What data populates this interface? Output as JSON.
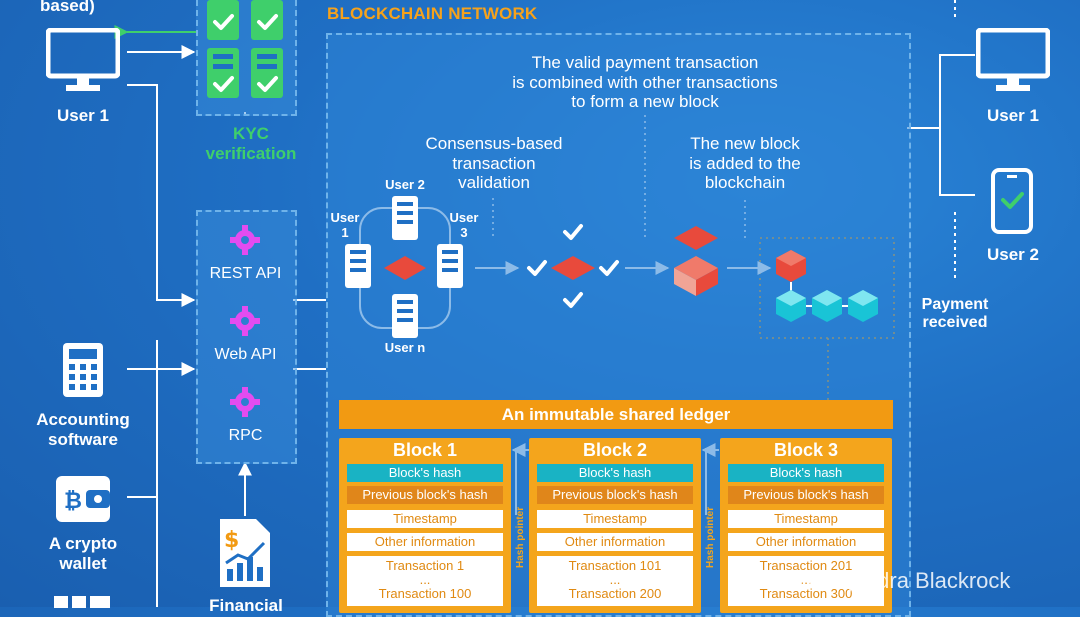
{
  "header": {
    "network_title": "BLOCKCHAIN NETWORK",
    "top_left_fragment": "based)"
  },
  "left": {
    "user1": "User 1",
    "kyc": "KYC\nverification",
    "apis": [
      "REST API",
      "Web API",
      "RPC"
    ],
    "accounting": "Accounting\nsoftware",
    "crypto_wallet": "A crypto\nwallet",
    "financial": "Financial"
  },
  "network": {
    "step1": "The valid payment transaction\nis combined with other transactions\nto form a new block",
    "step2": "Consensus-based\ntransaction\nvalidation",
    "step3": "The new block\nis added to the\nblockchain",
    "nodes": {
      "n1": "User\n1",
      "n2": "User 2",
      "n3": "User\n3",
      "nn": "User n"
    },
    "ledger_title": "An immutable shared ledger",
    "hash_pointer": "Hash pointer",
    "blocks": [
      {
        "title": "Block 1",
        "hash": "Block's hash",
        "prev": "Previous block's hash",
        "ts": "Timestamp",
        "other": "Other information",
        "tx_first": "Transaction 1",
        "tx_dots": "...",
        "tx_last": "Transaction 100"
      },
      {
        "title": "Block 2",
        "hash": "Block's hash",
        "prev": "Previous block's hash",
        "ts": "Timestamp",
        "other": "Other information",
        "tx_first": "Transaction 101",
        "tx_dots": "...",
        "tx_last": "Transaction 200"
      },
      {
        "title": "Block 3",
        "hash": "Block's hash",
        "prev": "Previous block's hash",
        "ts": "Timestamp",
        "other": "Other information",
        "tx_first": "Transaction 201",
        "tx_dots": "...",
        "tx_last": "Transaction 300"
      }
    ]
  },
  "right": {
    "user1": "User 1",
    "user2": "User 2",
    "payment": "Payment\nreceived"
  },
  "watermark": "@ Gajendra Blackrock",
  "colors": {
    "background": "#1f6fc4",
    "accent_orange": "#f29a12",
    "teal": "#19b3c4",
    "green": "#3fcf6b",
    "red": "#e84a3c"
  }
}
